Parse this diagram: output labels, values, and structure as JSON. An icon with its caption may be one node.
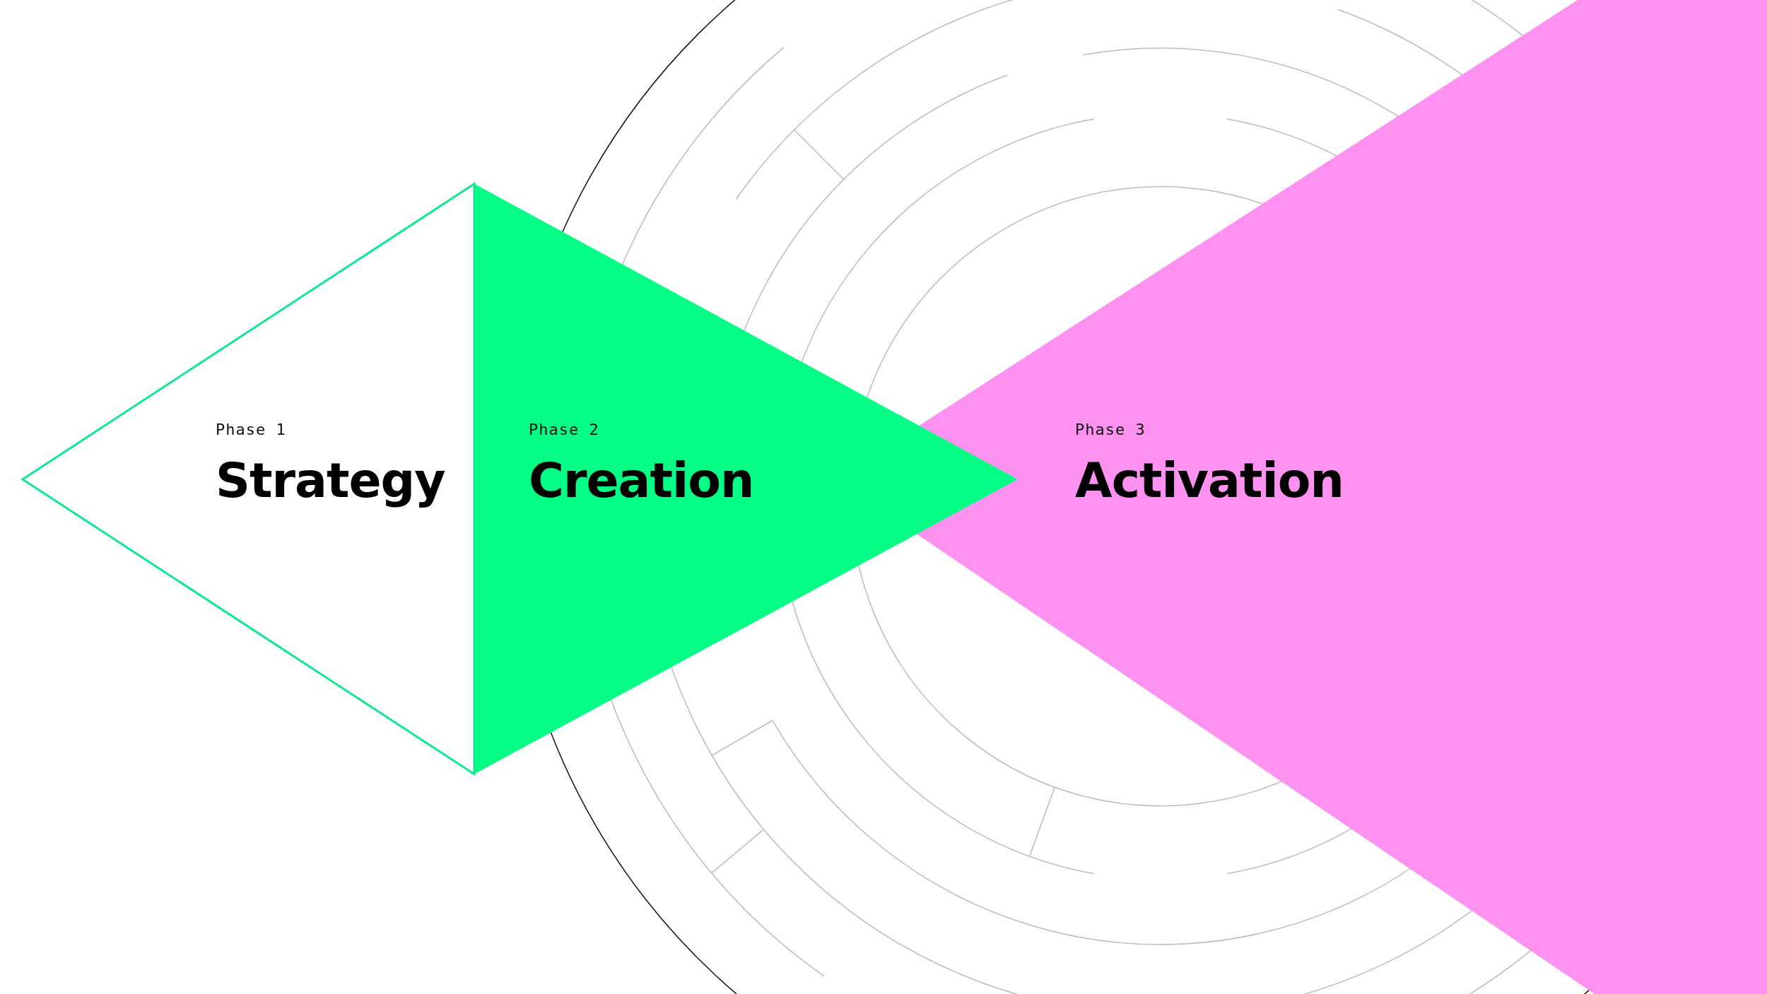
{
  "diagram": {
    "nodes": [
      {
        "text": [
          "Phase 1",
          "Strategy"
        ]
      },
      {
        "text": [
          "Phase 2",
          "Creation"
        ]
      },
      {
        "text": [
          "Phase 3",
          "Activation"
        ]
      }
    ]
  }
}
